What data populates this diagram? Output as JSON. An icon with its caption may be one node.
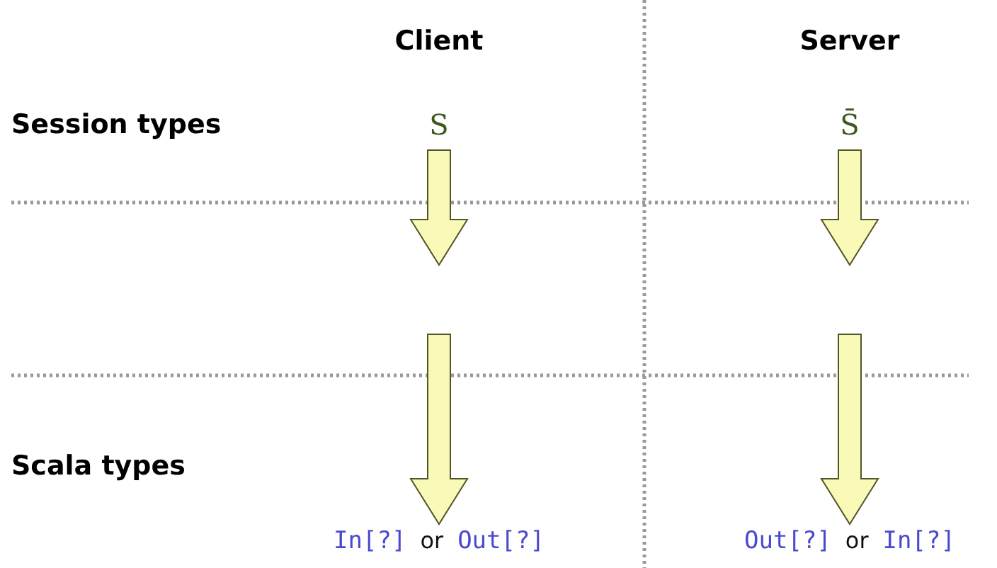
{
  "diagram": {
    "nodes": [
      {
        "text": [
          "S"
        ]
      },
      {
        "text": [
          "S̄"
        ]
      },
      {
        "text": [
          "In[?]",
          "or",
          "Out[?]"
        ]
      },
      {
        "text": [
          "Out[?]",
          "or",
          "In[?]"
        ]
      }
    ],
    "edges": [
      {
        "from": 0,
        "to": 2,
        "arrow": "to"
      },
      {
        "from": 1,
        "to": 3,
        "arrow": "to"
      }
    ],
    "labels": [
      "Client",
      "Server",
      "Session types",
      "Scala types"
    ]
  }
}
